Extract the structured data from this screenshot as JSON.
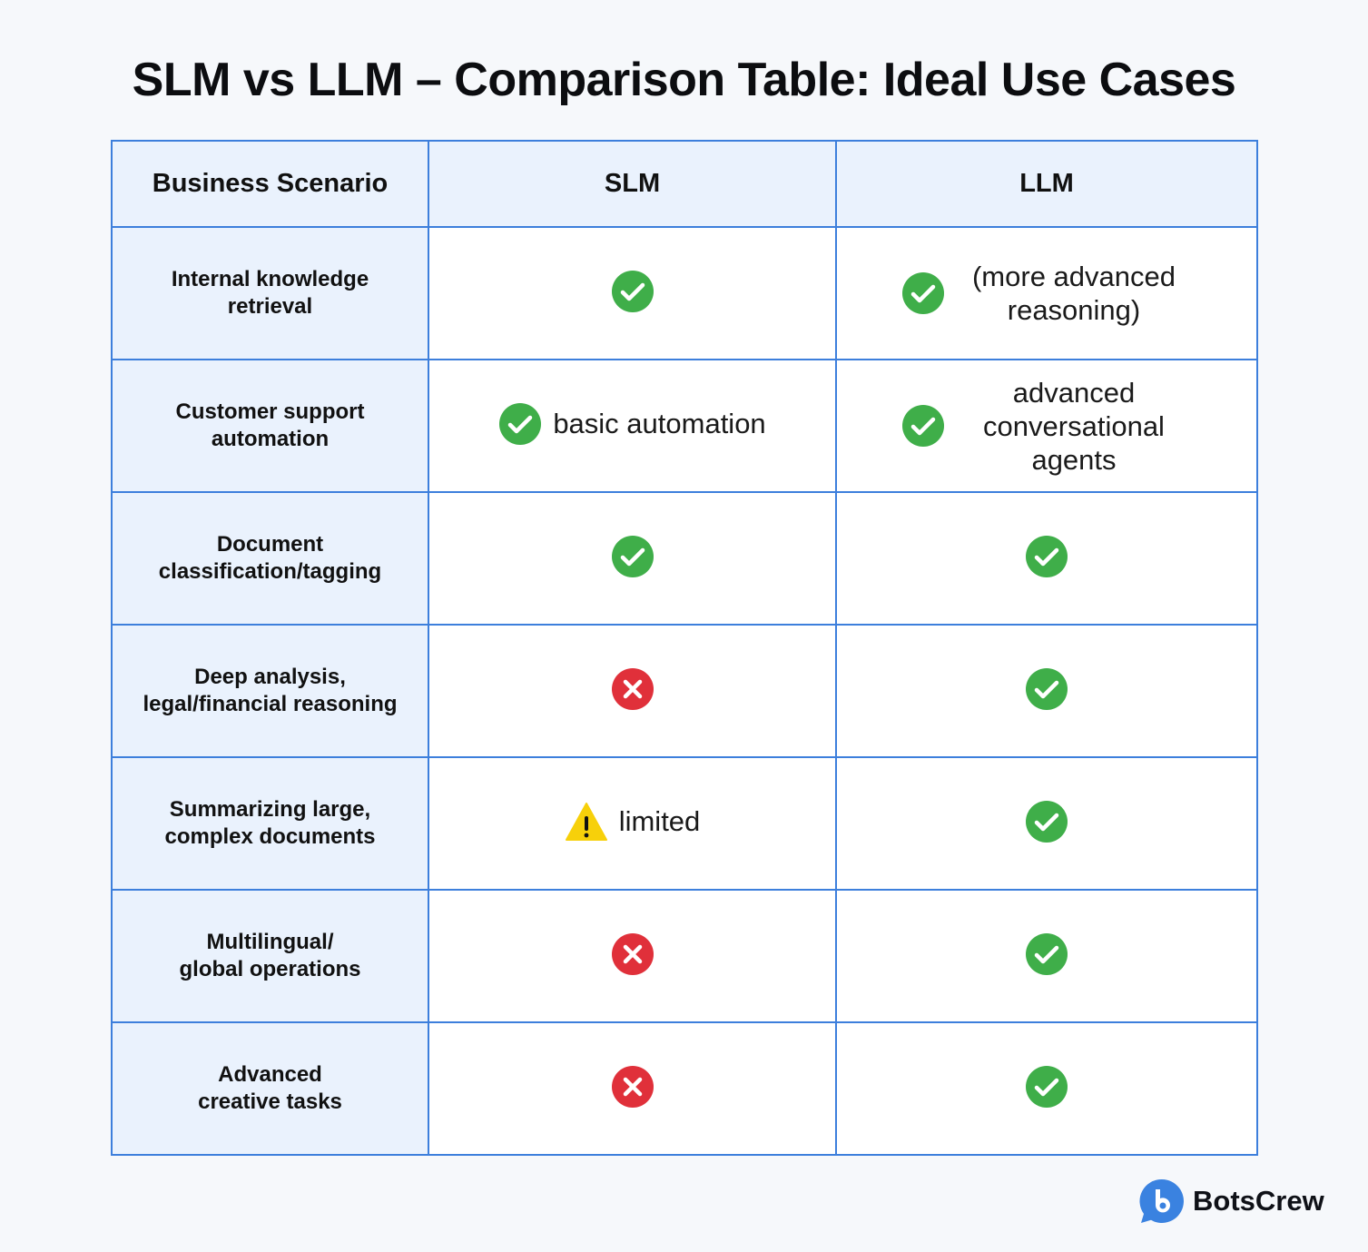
{
  "title": "SLM vs LLM – Comparison Table: Ideal Use Cases",
  "headers": [
    "Business Scenario",
    "SLM",
    "LLM"
  ],
  "rows": [
    {
      "scenario": [
        "Internal knowledge",
        "retrieval"
      ],
      "slm": {
        "icon": "check",
        "text": ""
      },
      "llm": {
        "icon": "check",
        "text": "(more advanced reasoning)"
      }
    },
    {
      "scenario": [
        "Customer support",
        "automation"
      ],
      "slm": {
        "icon": "check",
        "text": "basic automation"
      },
      "llm": {
        "icon": "check",
        "text": "advanced conversational agents"
      }
    },
    {
      "scenario": [
        "Document",
        "classification/tagging"
      ],
      "slm": {
        "icon": "check",
        "text": ""
      },
      "llm": {
        "icon": "check",
        "text": ""
      }
    },
    {
      "scenario": [
        "Deep analysis,",
        "legal/financial reasoning"
      ],
      "slm": {
        "icon": "cross",
        "text": ""
      },
      "llm": {
        "icon": "check",
        "text": ""
      }
    },
    {
      "scenario": [
        "Summarizing large,",
        "complex documents"
      ],
      "slm": {
        "icon": "warning",
        "text": "limited"
      },
      "llm": {
        "icon": "check",
        "text": ""
      }
    },
    {
      "scenario": [
        "Multilingual/",
        "global operations"
      ],
      "slm": {
        "icon": "cross",
        "text": ""
      },
      "llm": {
        "icon": "check",
        "text": ""
      }
    },
    {
      "scenario": [
        "Advanced",
        "creative tasks"
      ],
      "slm": {
        "icon": "cross",
        "text": ""
      },
      "llm": {
        "icon": "check",
        "text": ""
      }
    }
  ],
  "brand": {
    "name": "BotsCrew"
  },
  "colors": {
    "border": "#3d7fdc",
    "check": "#3fae49",
    "cross": "#e0303a",
    "warning": "#f7d00a",
    "header_bg": "#eaf2fd",
    "brand": "#3a82e0"
  }
}
